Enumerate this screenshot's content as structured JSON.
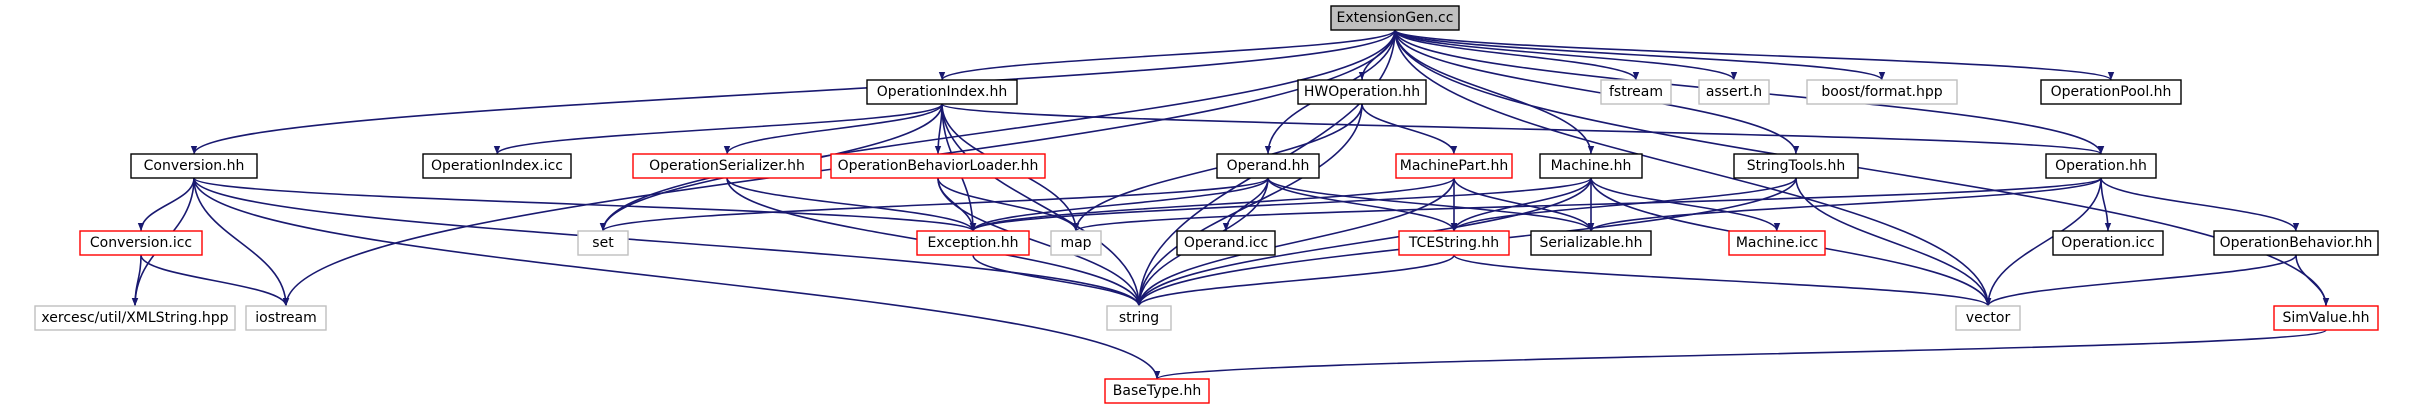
{
  "colors": {
    "edge": "#191970",
    "border_default": "#000000",
    "border_missing": "#bfbfbf",
    "border_truncated": "#ff0000",
    "fill_root": "#bfbfbf",
    "fill_default": "#ffffff"
  },
  "nodes": [
    {
      "id": "ExtensionGen",
      "label": "ExtensionGen.cc",
      "kind": "root"
    },
    {
      "id": "OperationIndex",
      "label": "OperationIndex.hh",
      "kind": "default"
    },
    {
      "id": "HWOperation",
      "label": "HWOperation.hh",
      "kind": "default"
    },
    {
      "id": "fstream",
      "label": "fstream",
      "kind": "missing"
    },
    {
      "id": "assert",
      "label": "assert.h",
      "kind": "missing"
    },
    {
      "id": "boostformat",
      "label": "boost/format.hpp",
      "kind": "missing"
    },
    {
      "id": "OperationPool",
      "label": "OperationPool.hh",
      "kind": "default"
    },
    {
      "id": "Conversion",
      "label": "Conversion.hh",
      "kind": "default"
    },
    {
      "id": "OperationIndexIcc",
      "label": "OperationIndex.icc",
      "kind": "default"
    },
    {
      "id": "OperationSerializer",
      "label": "OperationSerializer.hh",
      "kind": "truncated"
    },
    {
      "id": "OperationBehaviorLoader",
      "label": "OperationBehaviorLoader.hh",
      "kind": "truncated"
    },
    {
      "id": "Operand",
      "label": "Operand.hh",
      "kind": "default"
    },
    {
      "id": "MachinePart",
      "label": "MachinePart.hh",
      "kind": "truncated"
    },
    {
      "id": "Machine",
      "label": "Machine.hh",
      "kind": "default"
    },
    {
      "id": "StringTools",
      "label": "StringTools.hh",
      "kind": "default"
    },
    {
      "id": "Operation",
      "label": "Operation.hh",
      "kind": "default"
    },
    {
      "id": "ConversionIcc",
      "label": "Conversion.icc",
      "kind": "truncated"
    },
    {
      "id": "set",
      "label": "set",
      "kind": "missing"
    },
    {
      "id": "Exception",
      "label": "Exception.hh",
      "kind": "truncated"
    },
    {
      "id": "map",
      "label": "map",
      "kind": "missing"
    },
    {
      "id": "OperandIcc",
      "label": "Operand.icc",
      "kind": "default"
    },
    {
      "id": "TCEString",
      "label": "TCEString.hh",
      "kind": "truncated"
    },
    {
      "id": "Serializable",
      "label": "Serializable.hh",
      "kind": "default"
    },
    {
      "id": "MachineIcc",
      "label": "Machine.icc",
      "kind": "truncated"
    },
    {
      "id": "OperationIcc",
      "label": "Operation.icc",
      "kind": "default"
    },
    {
      "id": "OperationBehavior",
      "label": "OperationBehavior.hh",
      "kind": "default"
    },
    {
      "id": "XMLString",
      "label": "xercesc/util/XMLString.hpp",
      "kind": "missing"
    },
    {
      "id": "iostream",
      "label": "iostream",
      "kind": "missing"
    },
    {
      "id": "string",
      "label": "string",
      "kind": "missing"
    },
    {
      "id": "vector",
      "label": "vector",
      "kind": "missing"
    },
    {
      "id": "SimValue",
      "label": "SimValue.hh",
      "kind": "truncated"
    },
    {
      "id": "BaseType",
      "label": "BaseType.hh",
      "kind": "truncated"
    }
  ],
  "edges": [
    [
      "ExtensionGen",
      "OperationIndex"
    ],
    [
      "ExtensionGen",
      "HWOperation"
    ],
    [
      "ExtensionGen",
      "fstream"
    ],
    [
      "ExtensionGen",
      "assert"
    ],
    [
      "ExtensionGen",
      "boostformat"
    ],
    [
      "ExtensionGen",
      "OperationPool"
    ],
    [
      "ExtensionGen",
      "Conversion"
    ],
    [
      "ExtensionGen",
      "Operand"
    ],
    [
      "ExtensionGen",
      "Machine"
    ],
    [
      "ExtensionGen",
      "StringTools"
    ],
    [
      "ExtensionGen",
      "Operation"
    ],
    [
      "ExtensionGen",
      "iostream"
    ],
    [
      "ExtensionGen",
      "string"
    ],
    [
      "ExtensionGen",
      "set"
    ],
    [
      "ExtensionGen",
      "vector"
    ],
    [
      "ExtensionGen",
      "SimValue"
    ],
    [
      "OperationIndex",
      "OperationIndexIcc"
    ],
    [
      "OperationIndex",
      "OperationSerializer"
    ],
    [
      "OperationIndex",
      "OperationBehaviorLoader"
    ],
    [
      "OperationIndex",
      "set"
    ],
    [
      "OperationIndex",
      "Exception"
    ],
    [
      "OperationIndex",
      "map"
    ],
    [
      "OperationIndex",
      "string"
    ],
    [
      "OperationIndex",
      "Operation"
    ],
    [
      "HWOperation",
      "MachinePart"
    ],
    [
      "HWOperation",
      "map"
    ],
    [
      "HWOperation",
      "string"
    ],
    [
      "Conversion",
      "ConversionIcc"
    ],
    [
      "Conversion",
      "XMLString"
    ],
    [
      "Conversion",
      "iostream"
    ],
    [
      "Conversion",
      "string"
    ],
    [
      "Conversion",
      "Exception"
    ],
    [
      "Conversion",
      "BaseType"
    ],
    [
      "ConversionIcc",
      "XMLString"
    ],
    [
      "ConversionIcc",
      "iostream"
    ],
    [
      "OperationSerializer",
      "Exception"
    ],
    [
      "OperationSerializer",
      "string"
    ],
    [
      "OperationBehaviorLoader",
      "Exception"
    ],
    [
      "OperationBehaviorLoader",
      "map"
    ],
    [
      "OperationBehaviorLoader",
      "string"
    ],
    [
      "Operand",
      "set"
    ],
    [
      "Operand",
      "Exception"
    ],
    [
      "Operand",
      "OperandIcc"
    ],
    [
      "Operand",
      "string"
    ],
    [
      "Operand",
      "TCEString"
    ],
    [
      "Operand",
      "Serializable"
    ],
    [
      "MachinePart",
      "Exception"
    ],
    [
      "MachinePart",
      "TCEString"
    ],
    [
      "MachinePart",
      "Serializable"
    ],
    [
      "MachinePart",
      "string"
    ],
    [
      "Machine",
      "Exception"
    ],
    [
      "Machine",
      "TCEString"
    ],
    [
      "Machine",
      "Serializable"
    ],
    [
      "Machine",
      "MachineIcc"
    ],
    [
      "Machine",
      "string"
    ],
    [
      "Machine",
      "vector"
    ],
    [
      "StringTools",
      "TCEString"
    ],
    [
      "StringTools",
      "string"
    ],
    [
      "StringTools",
      "vector"
    ],
    [
      "Operation",
      "map"
    ],
    [
      "Operation",
      "Serializable"
    ],
    [
      "Operation",
      "OperationIcc"
    ],
    [
      "Operation",
      "OperationBehavior"
    ],
    [
      "Operation",
      "vector"
    ],
    [
      "OperationBehavior",
      "vector"
    ],
    [
      "OperationBehavior",
      "SimValue"
    ],
    [
      "Exception",
      "string"
    ],
    [
      "TCEString",
      "string"
    ],
    [
      "TCEString",
      "vector"
    ],
    [
      "SimValue",
      "BaseType"
    ]
  ]
}
